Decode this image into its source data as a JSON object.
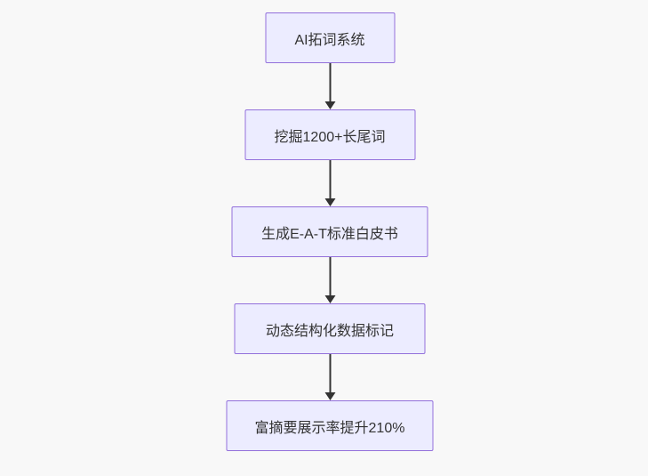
{
  "diagram": {
    "type": "flowchart",
    "direction": "top-down",
    "colors": {
      "node_fill": "#ECECFF",
      "node_border": "#9370DB",
      "text": "#333333",
      "arrow": "#333333",
      "background": "#f8f8f8"
    },
    "nodes": [
      {
        "id": "ai-expansion-system",
        "label": "AI拓词系统"
      },
      {
        "id": "mine-longtail-keywords",
        "label": "挖掘1200+长尾词"
      },
      {
        "id": "generate-eat-whitepaper",
        "label": "生成E-A-T标准白皮书"
      },
      {
        "id": "dynamic-structured-data",
        "label": "动态结构化数据标记"
      },
      {
        "id": "rich-snippet-rate-up",
        "label": "富摘要展示率提升210%"
      }
    ],
    "edges": [
      {
        "from": "ai-expansion-system",
        "to": "mine-longtail-keywords"
      },
      {
        "from": "mine-longtail-keywords",
        "to": "generate-eat-whitepaper"
      },
      {
        "from": "generate-eat-whitepaper",
        "to": "dynamic-structured-data"
      },
      {
        "from": "dynamic-structured-data",
        "to": "rich-snippet-rate-up"
      }
    ]
  }
}
